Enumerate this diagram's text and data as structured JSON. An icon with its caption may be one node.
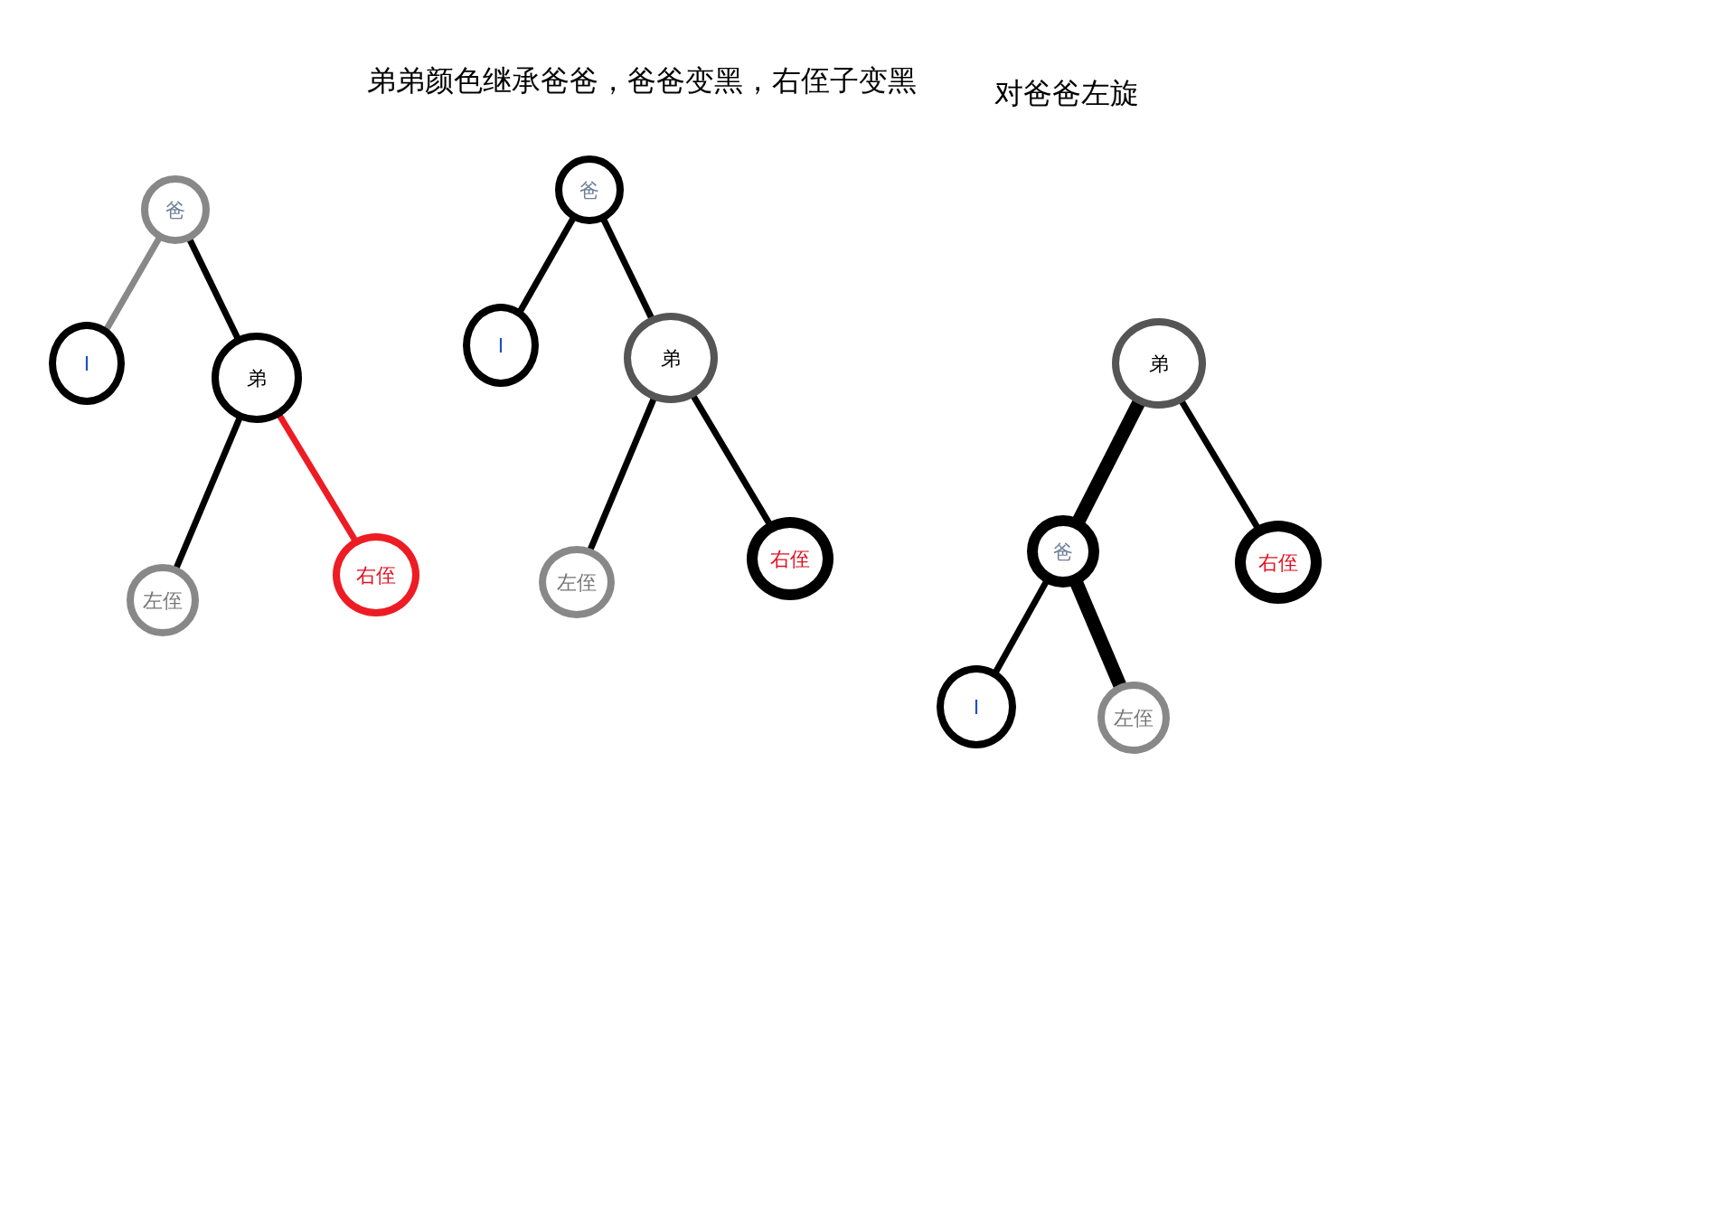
{
  "diagram": {
    "nodes": [
      {
        "text": [
          "爸"
        ]
      },
      {
        "text": [
          "I"
        ]
      },
      {
        "text": [
          "弟"
        ]
      },
      {
        "text": [
          "左侄"
        ]
      },
      {
        "text": [
          "右侄"
        ]
      },
      {
        "text": [
          "爸"
        ]
      },
      {
        "text": [
          "I"
        ]
      },
      {
        "text": [
          "弟"
        ]
      },
      {
        "text": [
          "左侄"
        ]
      },
      {
        "text": [
          "右侄"
        ]
      },
      {
        "text": [
          "弟"
        ]
      },
      {
        "text": [
          "爸"
        ]
      },
      {
        "text": [
          "右侄"
        ]
      },
      {
        "text": [
          "I"
        ]
      },
      {
        "text": [
          "左侄"
        ]
      }
    ],
    "edges": [
      {
        "from": 0,
        "to": 1,
        "arrow": "none",
        "color": "#888888"
      },
      {
        "from": 0,
        "to": 2,
        "arrow": "none"
      },
      {
        "from": 2,
        "to": 3,
        "arrow": "none"
      },
      {
        "from": 2,
        "to": 4,
        "arrow": "none",
        "color": "#ed1c24"
      },
      {
        "from": 5,
        "to": 6,
        "arrow": "none"
      },
      {
        "from": 5,
        "to": 7,
        "arrow": "none"
      },
      {
        "from": 7,
        "to": 8,
        "arrow": "none"
      },
      {
        "from": 7,
        "to": 9,
        "arrow": "none"
      },
      {
        "from": 10,
        "to": 11,
        "arrow": "none",
        "style": "thick"
      },
      {
        "from": 10,
        "to": 12,
        "arrow": "none"
      },
      {
        "from": 11,
        "to": 13,
        "arrow": "none"
      },
      {
        "from": 11,
        "to": 14,
        "arrow": "none",
        "style": "thick"
      }
    ],
    "labels": [
      "弟弟颜色继承爸爸，爸爸变黑，右侄子变黑",
      "对爸爸左旋"
    ]
  }
}
